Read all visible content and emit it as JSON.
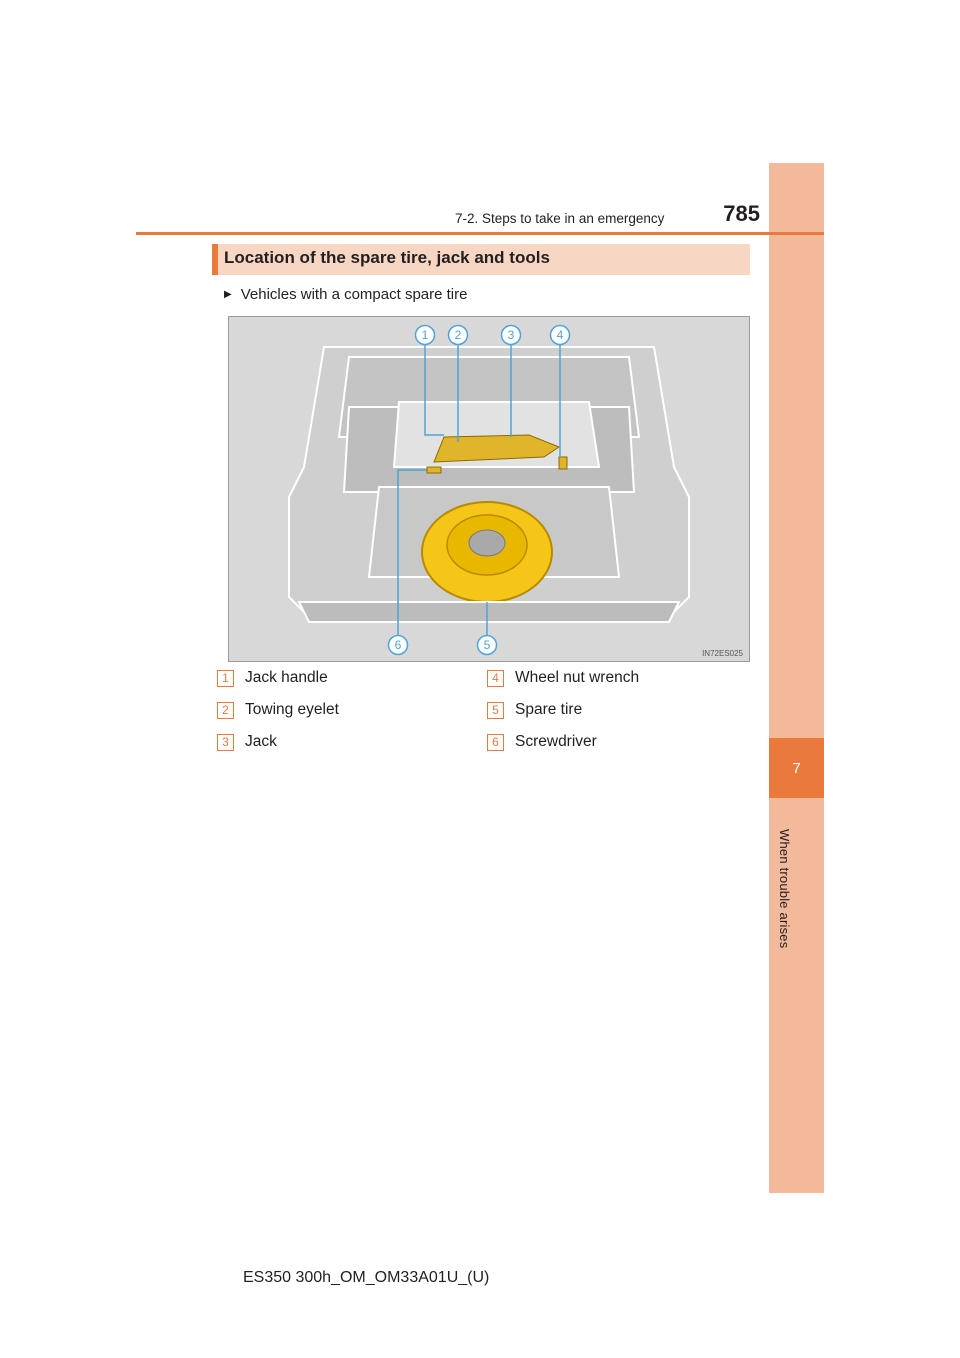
{
  "header": {
    "section_title": "7-2. Steps to take in an emergency",
    "page_number": "785"
  },
  "side_tab": {
    "chapter_number": "7",
    "chapter_label": "When trouble arises"
  },
  "section": {
    "title": "Location of the spare tire, jack and tools",
    "bullet": "Vehicles with a compact spare tire"
  },
  "figure": {
    "callouts": [
      "1",
      "2",
      "3",
      "4",
      "5",
      "6"
    ],
    "image_code": "IN72ES025"
  },
  "legend": [
    {
      "num": "1",
      "label": "Jack handle"
    },
    {
      "num": "2",
      "label": "Towing eyelet"
    },
    {
      "num": "3",
      "label": "Jack"
    },
    {
      "num": "4",
      "label": "Wheel nut wrench"
    },
    {
      "num": "5",
      "label": "Spare tire"
    },
    {
      "num": "6",
      "label": "Screwdriver"
    }
  ],
  "footer": {
    "doc_code": "ES350 300h_OM_OM33A01U_(U)"
  },
  "colors": {
    "accent": "#ea7a3c",
    "tab_light": "#f2b99a",
    "section_bg": "#f8d6c4",
    "tire": "#f5c518"
  }
}
